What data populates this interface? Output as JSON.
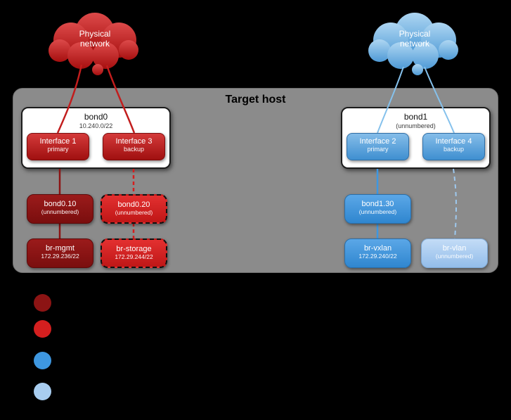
{
  "host": {
    "title": "Target host"
  },
  "clouds": {
    "left": {
      "line1": "Physical",
      "line2": "network",
      "color": "#c41f1f"
    },
    "right": {
      "line1": "Physical",
      "line2": "network",
      "color": "#5fa8dd"
    }
  },
  "bond0": {
    "name": "bond0",
    "address": "10.240.0/22",
    "interfaces": [
      {
        "name": "Interface 1",
        "role": "primary"
      },
      {
        "name": "Interface 3",
        "role": "backup"
      }
    ]
  },
  "bond1": {
    "name": "bond1",
    "address": "(unnumbered)",
    "interfaces": [
      {
        "name": "Interface 2",
        "role": "primary"
      },
      {
        "name": "Interface 4",
        "role": "backup"
      }
    ]
  },
  "vlan_interfaces": [
    {
      "name": "bond0.10",
      "address": "(unnumbered)"
    },
    {
      "name": "bond0.20",
      "address": "(unnumbered)"
    },
    {
      "name": "bond1.30",
      "address": "(unnumbered)"
    }
  ],
  "bridges": [
    {
      "name": "br-mgmt",
      "address": "172.29.236/22"
    },
    {
      "name": "br-storage",
      "address": "172.29.244/22"
    },
    {
      "name": "br-vxlan",
      "address": "172.29.240/22"
    },
    {
      "name": "br-vlan",
      "address": "(unnumbered)"
    }
  ],
  "connections": [
    {
      "from": "physical-network-left",
      "to": "Interface 1",
      "style": "solid"
    },
    {
      "from": "physical-network-left",
      "to": "Interface 3",
      "style": "solid"
    },
    {
      "from": "physical-network-right",
      "to": "Interface 2",
      "style": "solid"
    },
    {
      "from": "physical-network-right",
      "to": "Interface 4",
      "style": "solid"
    },
    {
      "from": "bond0",
      "to": "bond0.10",
      "style": "solid"
    },
    {
      "from": "bond0",
      "to": "bond0.20",
      "style": "dashed"
    },
    {
      "from": "bond0.10",
      "to": "br-mgmt",
      "style": "solid"
    },
    {
      "from": "bond0.20",
      "to": "br-storage",
      "style": "dashed"
    },
    {
      "from": "bond1",
      "to": "bond1.30",
      "style": "solid"
    },
    {
      "from": "bond1.30",
      "to": "br-vxlan",
      "style": "solid"
    },
    {
      "from": "bond1",
      "to": "br-vlan",
      "style": "dashed"
    }
  ],
  "legend": {
    "colors": [
      "#8c1414",
      "#d41f1f",
      "#3e97e0",
      "#a8cdf0"
    ]
  },
  "palette": {
    "background": "#000000",
    "host_fill": "#8b8b8b",
    "dark_red": "#8c1414",
    "red": "#d41f1f",
    "blue": "#3e97e0",
    "light_blue": "#a8cdf0"
  }
}
